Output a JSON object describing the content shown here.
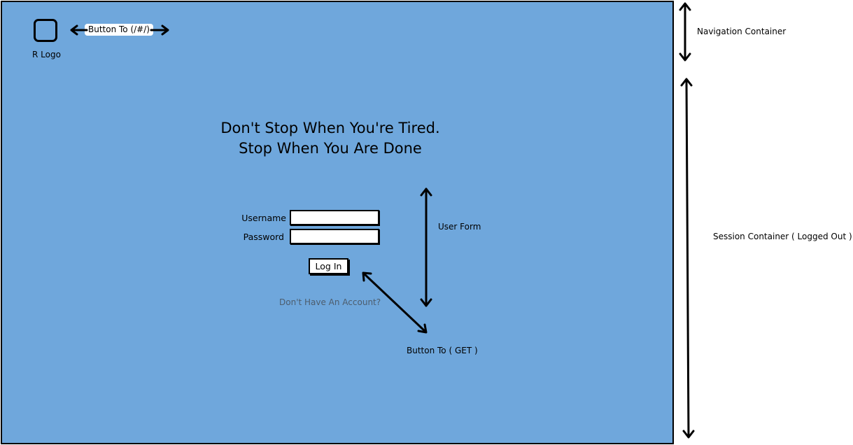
{
  "nav": {
    "logo_label": "R Logo",
    "logo_button_label": "Button To (/#/)"
  },
  "hero": {
    "line1": "Don't Stop When You're Tired.",
    "line2": "Stop When You Are Done"
  },
  "form": {
    "username_label": "Username",
    "password_label": "Password",
    "username_value": "",
    "password_value": "",
    "login_label": "Log In",
    "signup_link": "Don't Have An Account?"
  },
  "annotations": {
    "nav_container": "Navigation Container",
    "session_container": "Session Container ( Logged Out )",
    "user_form": "User Form",
    "button_get": "Button To ( GET )"
  },
  "colors": {
    "background": "#6fa7dc",
    "link": "#4d5d6d"
  }
}
